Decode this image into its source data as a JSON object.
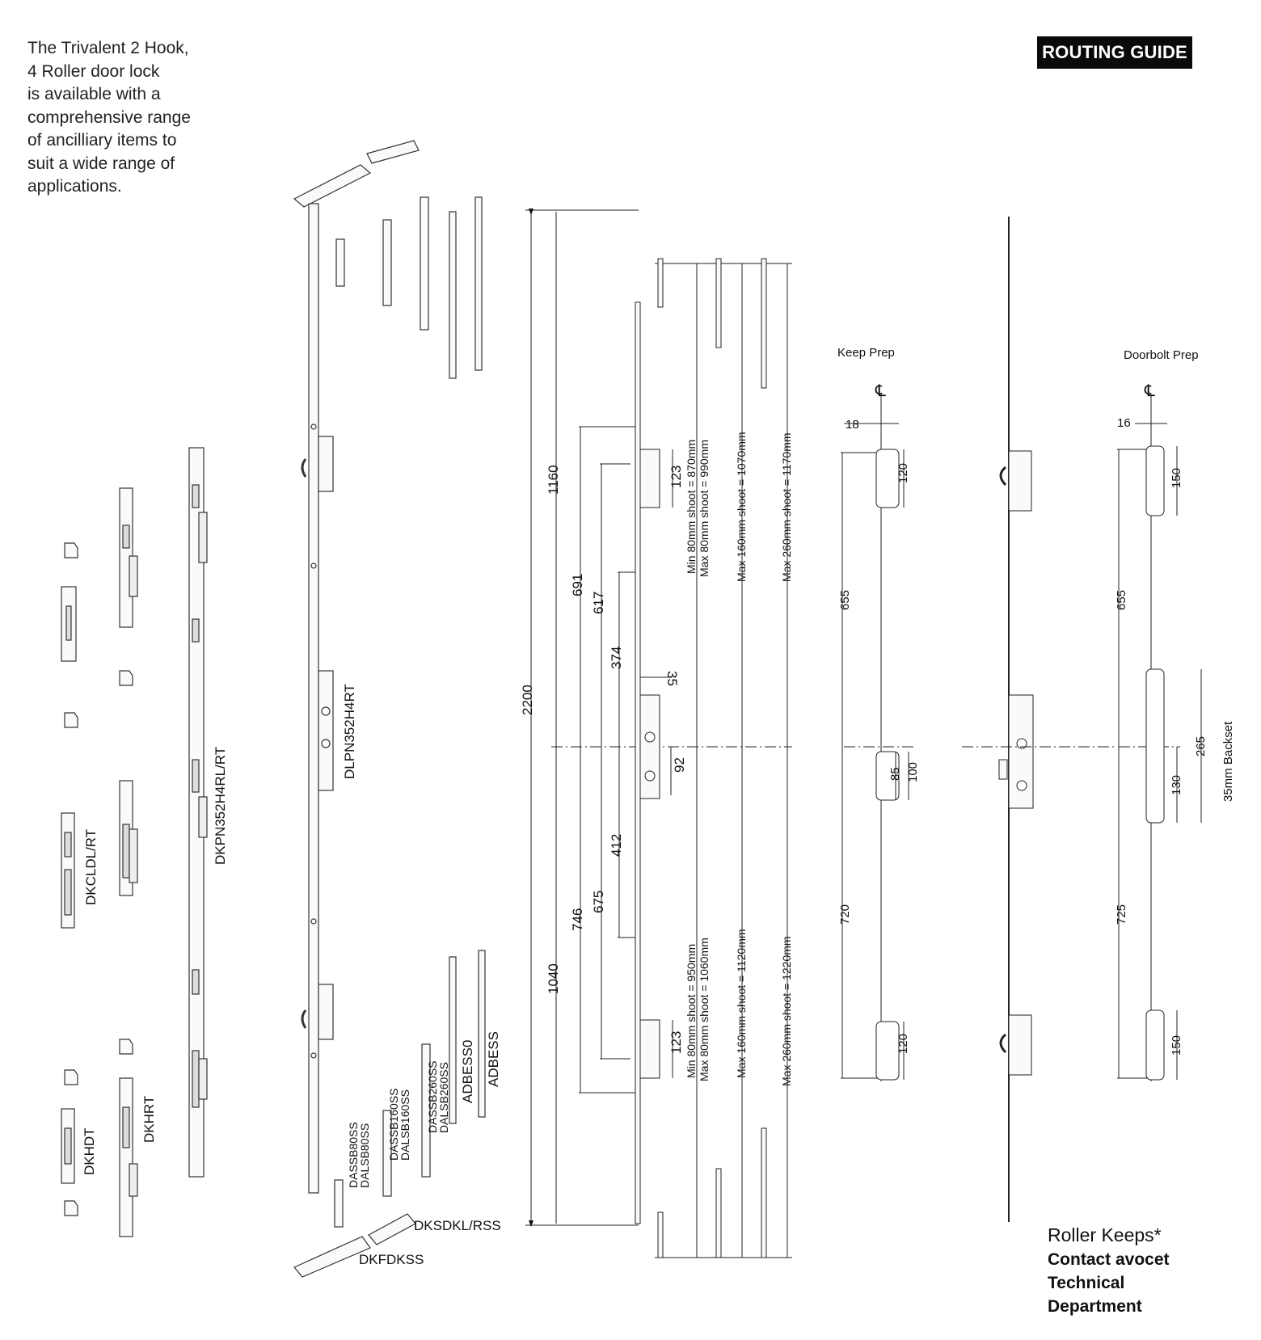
{
  "intro_lines": [
    "The Trivalent 2 Hook,",
    "4 Roller door lock",
    "is available with a",
    "comprehensive range",
    "of ancilliary items to",
    "suit a wide range of",
    "applications."
  ],
  "badge": "ROUTING GUIDE",
  "roller_note": {
    "heading": "Roller Keeps*",
    "lines": [
      "Contact avocet",
      "Technical",
      "Department"
    ]
  },
  "part_codes": {
    "dkcldl_rt": "DKCLDL/RT",
    "dkpn352h4rl_rt": "DKPN352H4RL/RT",
    "dlpn352h4rt": "DLPN352H4RT",
    "dkhdt": "DKHDT",
    "dkhrt": "DKHRT",
    "dassb80ss": "DASSB80SS",
    "dalsb80ss": "DALSB80SS",
    "dassb160ss": "DASSB160SS",
    "dalsb160ss": "DALSB160SS",
    "dassb260ss": "DASSB260SS",
    "dalsb260ss": "DALSB260SS",
    "adbess0": "ADBESS0",
    "adbess": "ADBESS",
    "dksdkl_rss": "DKSDKL/RSS",
    "dkfdkss": "DKFDKSS"
  },
  "dimensions": {
    "overall": "2200",
    "upper": "1160",
    "lower": "1040",
    "d691": "691",
    "d617": "617",
    "d374": "374",
    "d35": "35",
    "d92": "92",
    "d412": "412",
    "d675": "675",
    "d746": "746",
    "d123_top": "123",
    "d123_bottom": "123"
  },
  "shoot_notes": {
    "top_min": "Min 80mm shoot = 870mm",
    "top_max": "Max 80mm shoot = 990mm",
    "top_160": "Max 160mm shoot = 1070mm",
    "top_260": "Max 260mm shoot = 1170mm",
    "bottom_min": "Min 80mm shoot = 950mm",
    "bottom_max": "Max 80mm shoot = 1060mm",
    "bottom_160": "Max 160mm shoot = 1120mm",
    "bottom_260": "Max 260mm shoot = 1220mm"
  },
  "keep_prep": {
    "title": "Keep Prep",
    "centerline": "℄",
    "d18": "18",
    "d120_top": "120",
    "d655": "655",
    "d85": "85",
    "d100": "100",
    "d720": "720",
    "d120_bottom": "120"
  },
  "doorbolt_prep": {
    "title": "Doorbolt Prep",
    "centerline": "℄",
    "d16": "16",
    "d150_top": "150",
    "d655": "655",
    "d265": "265",
    "d130": "130",
    "d725": "725",
    "d150_bottom": "150",
    "backset": "35mm Backset"
  }
}
